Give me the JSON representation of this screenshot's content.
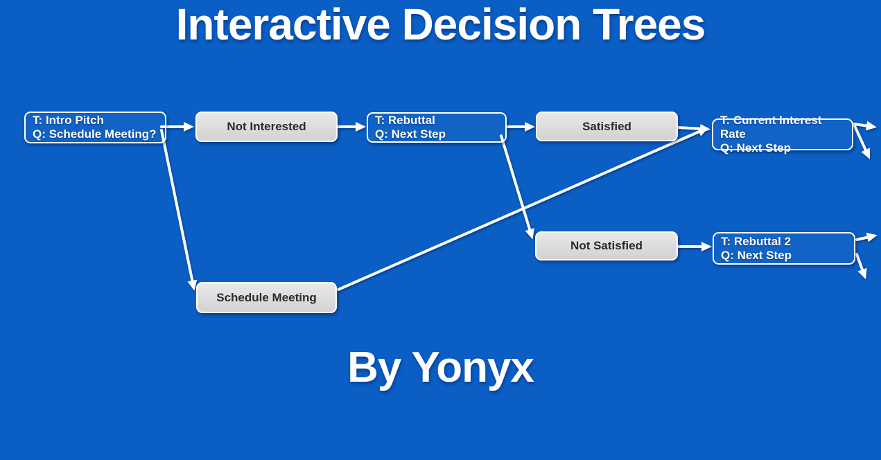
{
  "title": "Interactive Decision Trees",
  "subtitle": "By Yonyx",
  "colors": {
    "background": "#0a5ec4",
    "choice_node_fill": "#dcdcdc",
    "choice_node_text": "#2b2b2b",
    "topic_node_text": "#ffffff",
    "line_and_border": "#ffffff"
  },
  "nodes": {
    "intro_pitch": {
      "type": "topic",
      "line1": "T: Intro Pitch",
      "line2": "Q: Schedule Meeting?"
    },
    "not_interested": {
      "type": "choice",
      "label": "Not Interested"
    },
    "rebuttal": {
      "type": "topic",
      "line1": "T: Rebuttal",
      "line2": "Q: Next Step"
    },
    "satisfied": {
      "type": "choice",
      "label": "Satisfied"
    },
    "current_interest_rate": {
      "type": "topic",
      "line1": "T: Current Interest Rate",
      "line2": "Q: Next Step"
    },
    "not_satisfied": {
      "type": "choice",
      "label": "Not Satisfied"
    },
    "rebuttal_2": {
      "type": "topic",
      "line1": "T: Rebuttal 2",
      "line2": "Q: Next Step"
    },
    "schedule_meeting": {
      "type": "choice",
      "label": "Schedule Meeting"
    }
  },
  "edges": [
    {
      "from": "intro_pitch",
      "to": "not_interested"
    },
    {
      "from": "intro_pitch",
      "to": "schedule_meeting"
    },
    {
      "from": "not_interested",
      "to": "rebuttal"
    },
    {
      "from": "rebuttal",
      "to": "satisfied"
    },
    {
      "from": "rebuttal",
      "to": "not_satisfied"
    },
    {
      "from": "satisfied",
      "to": "current_interest_rate"
    },
    {
      "from": "schedule_meeting",
      "to": "current_interest_rate"
    },
    {
      "from": "not_satisfied",
      "to": "rebuttal_2"
    },
    {
      "from": "current_interest_rate",
      "to": "offscreen-right"
    },
    {
      "from": "current_interest_rate",
      "to": "offscreen-down-right"
    },
    {
      "from": "rebuttal_2",
      "to": "offscreen-right"
    },
    {
      "from": "rebuttal_2",
      "to": "offscreen-down-right"
    }
  ]
}
